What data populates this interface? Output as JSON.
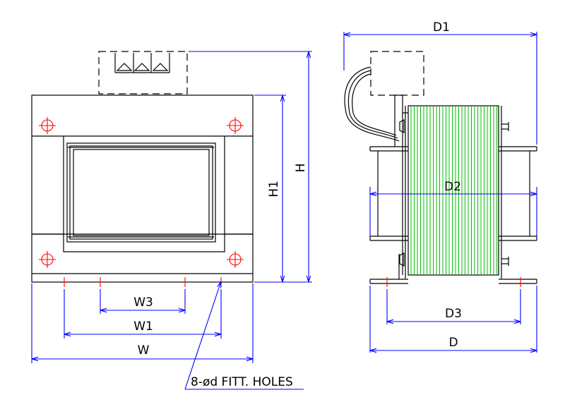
{
  "labels": {
    "d1": "D1",
    "d2": "D2",
    "d3": "D3",
    "d": "D",
    "h": "H",
    "h1": "H1",
    "w": "W",
    "w1": "W1",
    "w3": "W3",
    "holes_note": "8-ød FITT. HOLES"
  },
  "colors": {
    "outline": "#000000",
    "dimension": "#0000ff",
    "centerline": "#ff0000",
    "coil_winding": "#00c000"
  },
  "icons": {
    "mount_hole": "crosshair-circle-icon",
    "terminal": "terminal-block-icon"
  }
}
